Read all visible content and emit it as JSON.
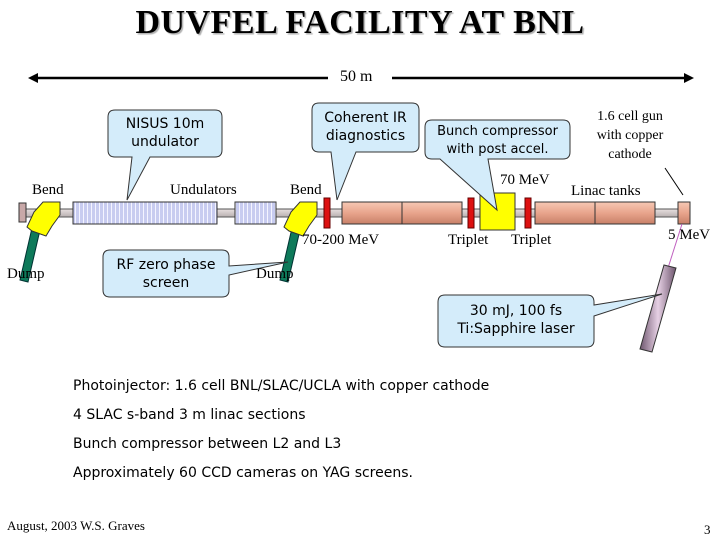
{
  "slide": {
    "title": "DUVFEL Facility at BNL",
    "scale_label": "50 m",
    "labels": {
      "bend_left": "Bend",
      "undulators": "Undulators",
      "bend_mid": "Bend",
      "dump_left": "Dump",
      "dump_mid": "Dump",
      "energy_70_200": "70-200 MeV",
      "triplet_1": "Triplet",
      "triplet_2": "Triplet",
      "energy_70": "70 MeV",
      "linac_tanks": "Linac tanks",
      "energy_5": "5 MeV",
      "gun_line1": "1.6 cell gun",
      "gun_line2": "with copper",
      "gun_line3": "cathode"
    },
    "callouts": {
      "nisus": [
        "NISUS 10m",
        "undulator"
      ],
      "coherent_ir": [
        "Coherent IR",
        "diagnostics"
      ],
      "bunch_compressor": [
        "Bunch compressor",
        "with post accel."
      ],
      "rf_zero_phase": [
        "RF zero phase",
        "screen"
      ],
      "laser": [
        "30 mJ, 100 fs",
        "Ti:Sapphire laser"
      ]
    },
    "bullets": [
      "Photoinjector: 1.6 cell BNL/SLAC/UCLA with copper cathode",
      "4 SLAC s-band 3 m linac sections",
      "Bunch compressor between L2 and L3",
      "Approximately 60 CCD cameras on YAG screens."
    ],
    "footer": {
      "date_author": "August, 2003  W.S. Graves",
      "page_number": "3"
    },
    "colors": {
      "callout_fill": "#d4ecfa",
      "undulator_fill": "#c8ccf0",
      "linac_fill": "#e8a890",
      "magnet_yellow": "#ffff00",
      "quad_red": "#dd1111",
      "dump_green": "#0e7a5a",
      "laser_purple": "#9a7a98"
    }
  }
}
